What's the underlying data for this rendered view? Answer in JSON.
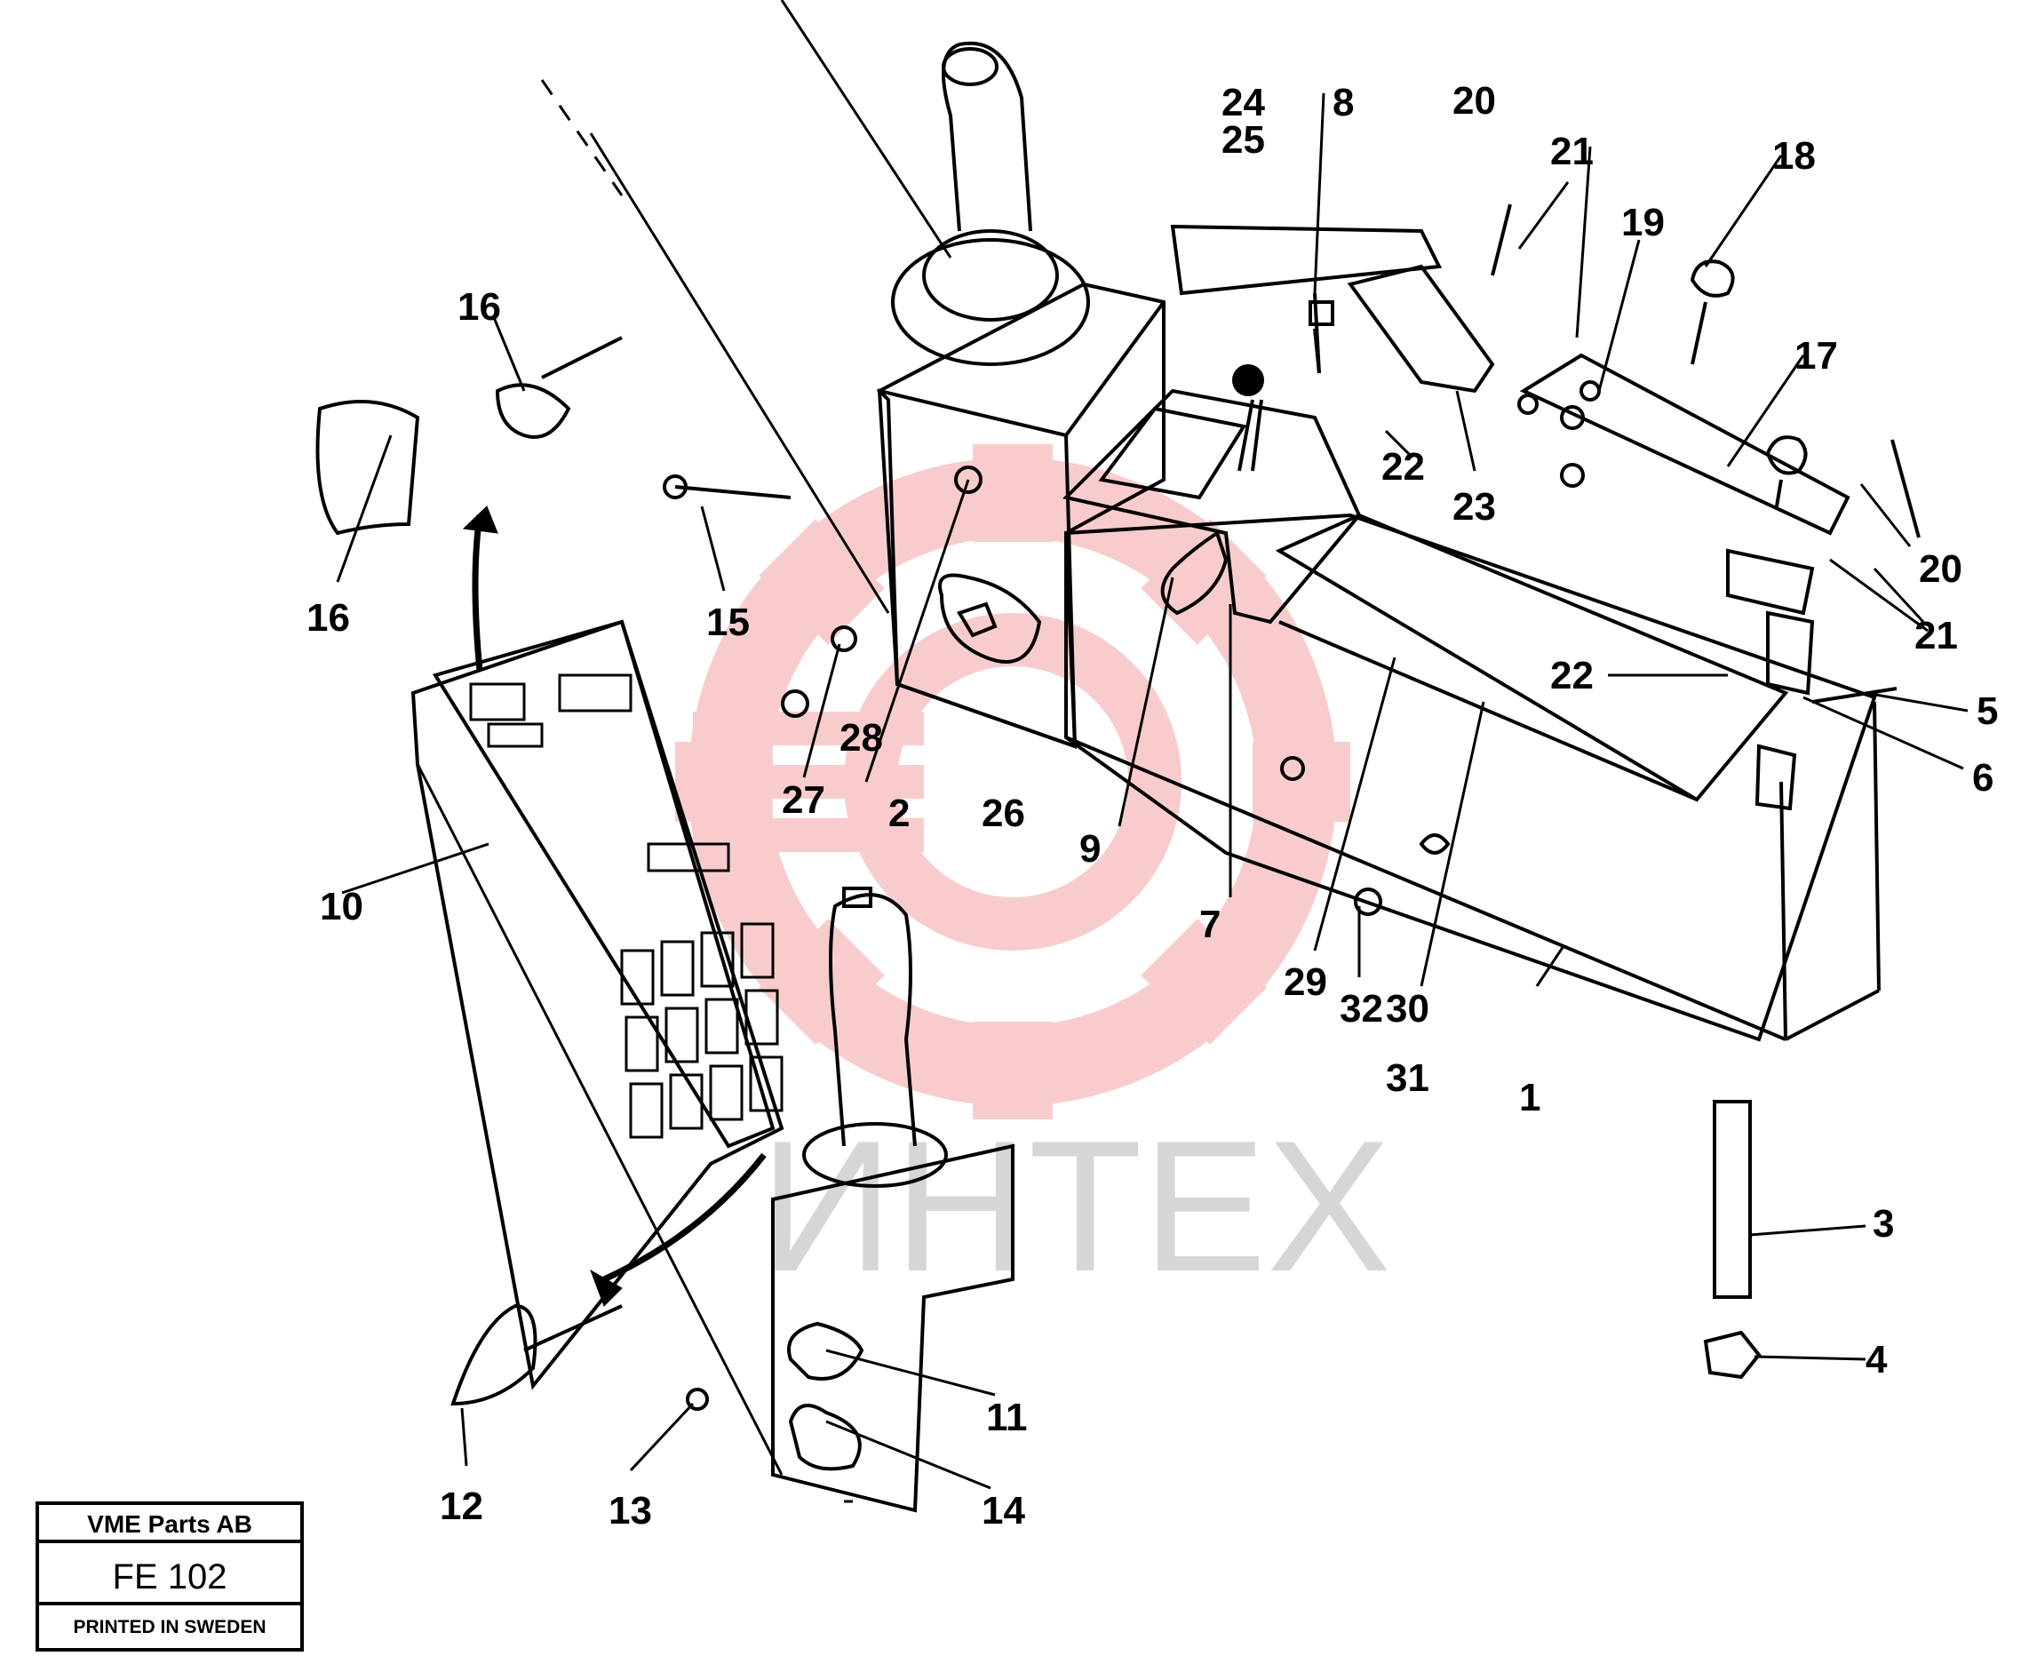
{
  "watermark": {
    "text": "ИНТЕХ",
    "logo_color": "#f4a3a3",
    "text_color": "#c9c9c9"
  },
  "title_block": {
    "company": "VME Parts AB",
    "drawing_number": "FE 102",
    "printed": "PRINTED IN SWEDEN"
  },
  "labels": {
    "l1": "1",
    "l2": "2",
    "l3": "3",
    "l4": "4",
    "l5": "5",
    "l6": "6",
    "l7": "7",
    "l8": "8",
    "l9": "9",
    "l10": "10",
    "l11": "11",
    "l12": "12",
    "l13": "13",
    "l14": "14",
    "l15": "15",
    "l16a": "16",
    "l16b": "16",
    "l17": "17",
    "l18": "18",
    "l19": "19",
    "l20a": "20",
    "l20b": "20",
    "l21a": "21",
    "l21b": "21",
    "l22a": "22",
    "l22b": "22",
    "l23": "23",
    "l24": "24",
    "l25": "25",
    "l26": "26",
    "l27": "27",
    "l28": "28",
    "l29": "29",
    "l30": "30",
    "l31": "31",
    "l32": "32"
  }
}
